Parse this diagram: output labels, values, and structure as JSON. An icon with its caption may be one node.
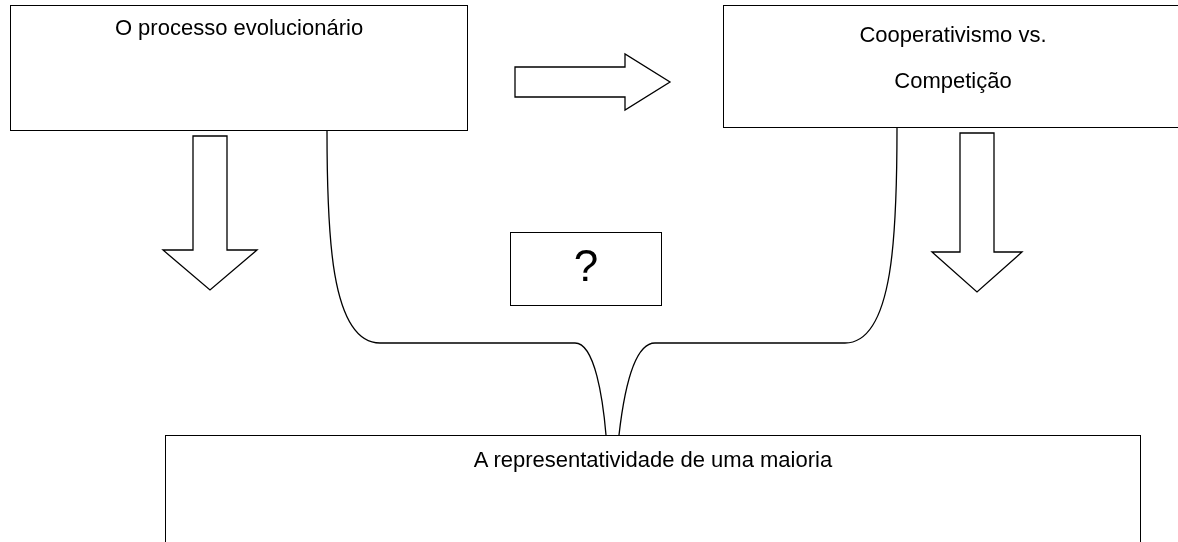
{
  "diagram": {
    "nodes": [
      {
        "text": [
          "O processo evolucionário"
        ]
      },
      {
        "text": [
          "Cooperativismo vs. Competição"
        ]
      },
      {
        "text": [
          "?"
        ]
      },
      {
        "text": [
          "A representatividade de uma maioria"
        ]
      }
    ],
    "edges": [
      {
        "from": 0,
        "to": 1,
        "arrow": "to"
      },
      {
        "from": 0,
        "to": null,
        "arrow": "to"
      },
      {
        "from": 1,
        "to": null,
        "arrow": "to"
      },
      {
        "from": 0,
        "to": 3,
        "arrow": "none"
      },
      {
        "from": 1,
        "to": 3,
        "arrow": "none"
      }
    ]
  }
}
